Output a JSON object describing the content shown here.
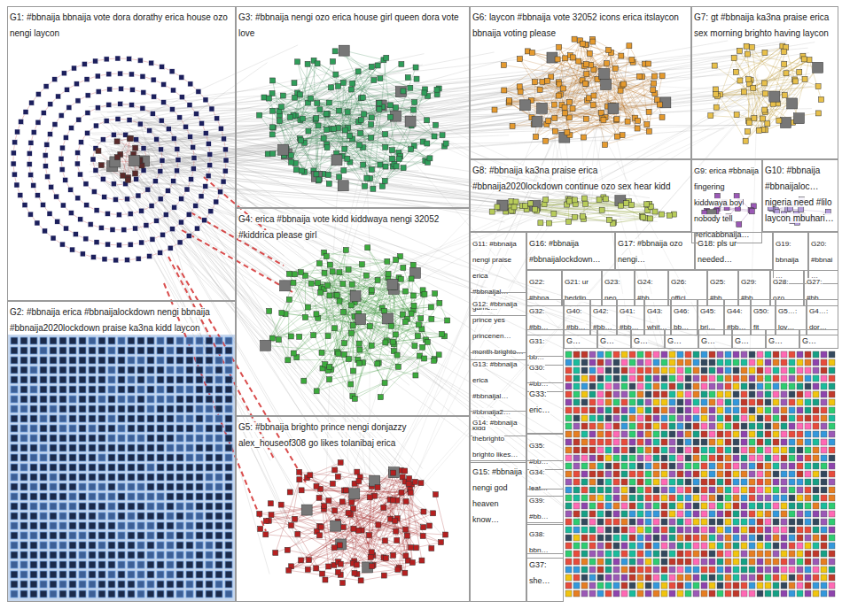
{
  "diagram": {
    "nodes": [
      {
        "text": [
          "G1: #bbnaija bbnaija vote dora dorathy erica house ozo nengi laycon"
        ]
      },
      {
        "text": [
          "G3: #bbnaija nengi ozo erica house girl queen dora vote love"
        ]
      },
      {
        "text": [
          "G6: laycon #bbnaija vote 32052 icons erica itslaycon bbnaija voting please"
        ]
      },
      {
        "text": [
          "G7: gt #bbnaija ka3na praise erica sex morning brighto having laycon"
        ]
      },
      {
        "text": [
          "G8: #bbnaija ka3na praise erica #bbnaija2020lockdown continue ozo sex hear kidd"
        ]
      },
      {
        "text": [
          "G9: erica #bbnaija fingering kiddwaya boy nobody tell #ericabbnaija…"
        ]
      },
      {
        "text": [
          "G10: #bbnaija #bbnaijaloc… nigeria need #lilo laycon mbuhari…"
        ]
      },
      {
        "text": [
          "G4: erica #bbnaija vote kidd kiddwaya nengi 32052 #kiddrica please girl"
        ]
      },
      {
        "text": [
          "G11: #bbnaija nengi praise erica #bbnaijal… game…"
        ]
      },
      {
        "text": [
          "G16: #bbnaija #bbnaijalockdown…"
        ]
      },
      {
        "text": [
          "G17: #bbnaija ozo nengi…"
        ]
      },
      {
        "text": [
          "G18: pls ur needed…"
        ]
      },
      {
        "text": [
          "G19: bbnaija…"
        ]
      },
      {
        "text": [
          "G20: #bbnai…"
        ]
      },
      {
        "text": [
          "G22: #bbna…"
        ]
      },
      {
        "text": [
          "G21: ur beddin…"
        ]
      },
      {
        "text": [
          "G23: neo…"
        ]
      },
      {
        "text": [
          "G24: #bb…"
        ]
      },
      {
        "text": [
          "G26: offici…"
        ]
      },
      {
        "text": [
          "G25: #bb…"
        ]
      },
      {
        "text": [
          "G29: #bb…"
        ]
      },
      {
        "text": [
          "G28: ozo…"
        ]
      },
      {
        "text": [
          "G27: #bb…"
        ]
      },
      {
        "text": [
          "G32: #bb…"
        ]
      },
      {
        "text": [
          "G40: #bb…"
        ]
      },
      {
        "text": [
          "G42: #bb…"
        ]
      },
      {
        "text": [
          "G41: #bb…"
        ]
      },
      {
        "text": [
          "G43: whit…"
        ]
      },
      {
        "text": [
          "G46: bb…"
        ]
      },
      {
        "text": [
          "G45: bri…"
        ]
      },
      {
        "text": [
          "G44: #bb…"
        ]
      },
      {
        "text": [
          "G50: fit"
        ]
      },
      {
        "text": [
          "G5…: lov…"
        ]
      },
      {
        "text": [
          "G4…: dor…"
        ]
      },
      {
        "text": [
          "G12: #bbnaija prince yes princenen… month brighto…"
        ]
      },
      {
        "text": [
          "G31: bb…"
        ]
      },
      {
        "text": [
          "G…"
        ]
      },
      {
        "text": [
          "G…"
        ]
      },
      {
        "text": [
          "G…"
        ]
      },
      {
        "text": [
          "G…"
        ]
      },
      {
        "text": [
          "G…"
        ]
      },
      {
        "text": [
          "G…"
        ]
      },
      {
        "text": [
          "G…"
        ]
      },
      {
        "text": [
          "G…"
        ]
      },
      {
        "text": [
          "G2: #bbnaija erica #bbnaijalockdown nengi bbnaija #bbnaija2020lockdown praise ka3na kidd laycon"
        ]
      },
      {
        "text": [
          "G13: #bbnaija erica #bbnaijal… #bbnaija2… kidd"
        ]
      },
      {
        "text": [
          "G30: #bb…"
        ]
      },
      {
        "text": [
          "G33: eric…"
        ]
      },
      {
        "text": [
          "G5: #bbnaija brighto prince nengi donjazzy alex_houseof308 go likes tolanibaj erica"
        ]
      },
      {
        "text": [
          "G14: #bbnaija thebrighto brighto likes…"
        ]
      },
      {
        "text": [
          "G35: #bb…"
        ]
      },
      {
        "text": [
          "G15: #bbnaija nengi god heaven know…"
        ]
      },
      {
        "text": [
          "G34: leat…"
        ]
      },
      {
        "text": [
          "G39: #bb…"
        ]
      },
      {
        "text": [
          "G38: bbn…"
        ]
      },
      {
        "text": [
          "G37: she…"
        ]
      }
    ]
  }
}
